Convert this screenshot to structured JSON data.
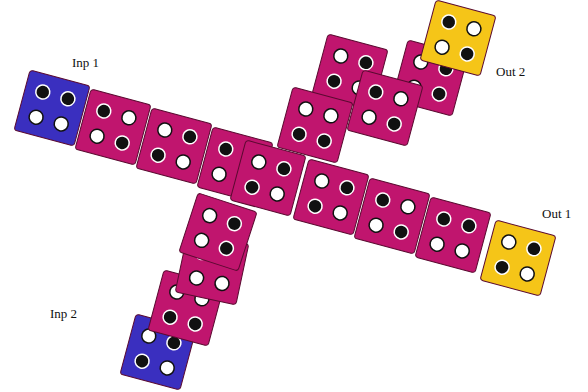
{
  "diagram": {
    "nodes": [
      {
        "text": [
          "Inp 1"
        ]
      },
      {
        "text": [
          "Out 2"
        ]
      },
      {
        "text": [
          "Out 1"
        ]
      },
      {
        "text": [
          "Inp 2"
        ]
      }
    ]
  }
}
